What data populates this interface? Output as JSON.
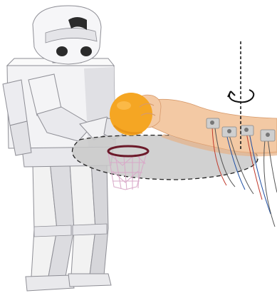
{
  "figure": {
    "elements": [
      "humanoid-robot",
      "basketball",
      "basketball-hoop",
      "workspace-plane",
      "human-arm",
      "emg-electrodes",
      "rotation-axis",
      "rotation-arrow"
    ]
  },
  "colors": {
    "robot_body": "#f2f2f2",
    "robot_shade": "#cfcfd3",
    "robot_outline": "#8e8e95",
    "robot_face": "#2b2b2b",
    "ball": "#f5a623",
    "ball_shade": "#e08a12",
    "skin": "#f3c9a4",
    "skin_shade": "#e7b287",
    "plane_fill": "#c9c9c9",
    "plane_stroke": "#222222",
    "hoop_rim": "#6b1a2a",
    "hoop_net": "#d8a9c8",
    "electrode": "#cfcfcf",
    "cable_red": "#c0392b",
    "cable_blue": "#1f4fa3",
    "cable_gray": "#555555"
  }
}
